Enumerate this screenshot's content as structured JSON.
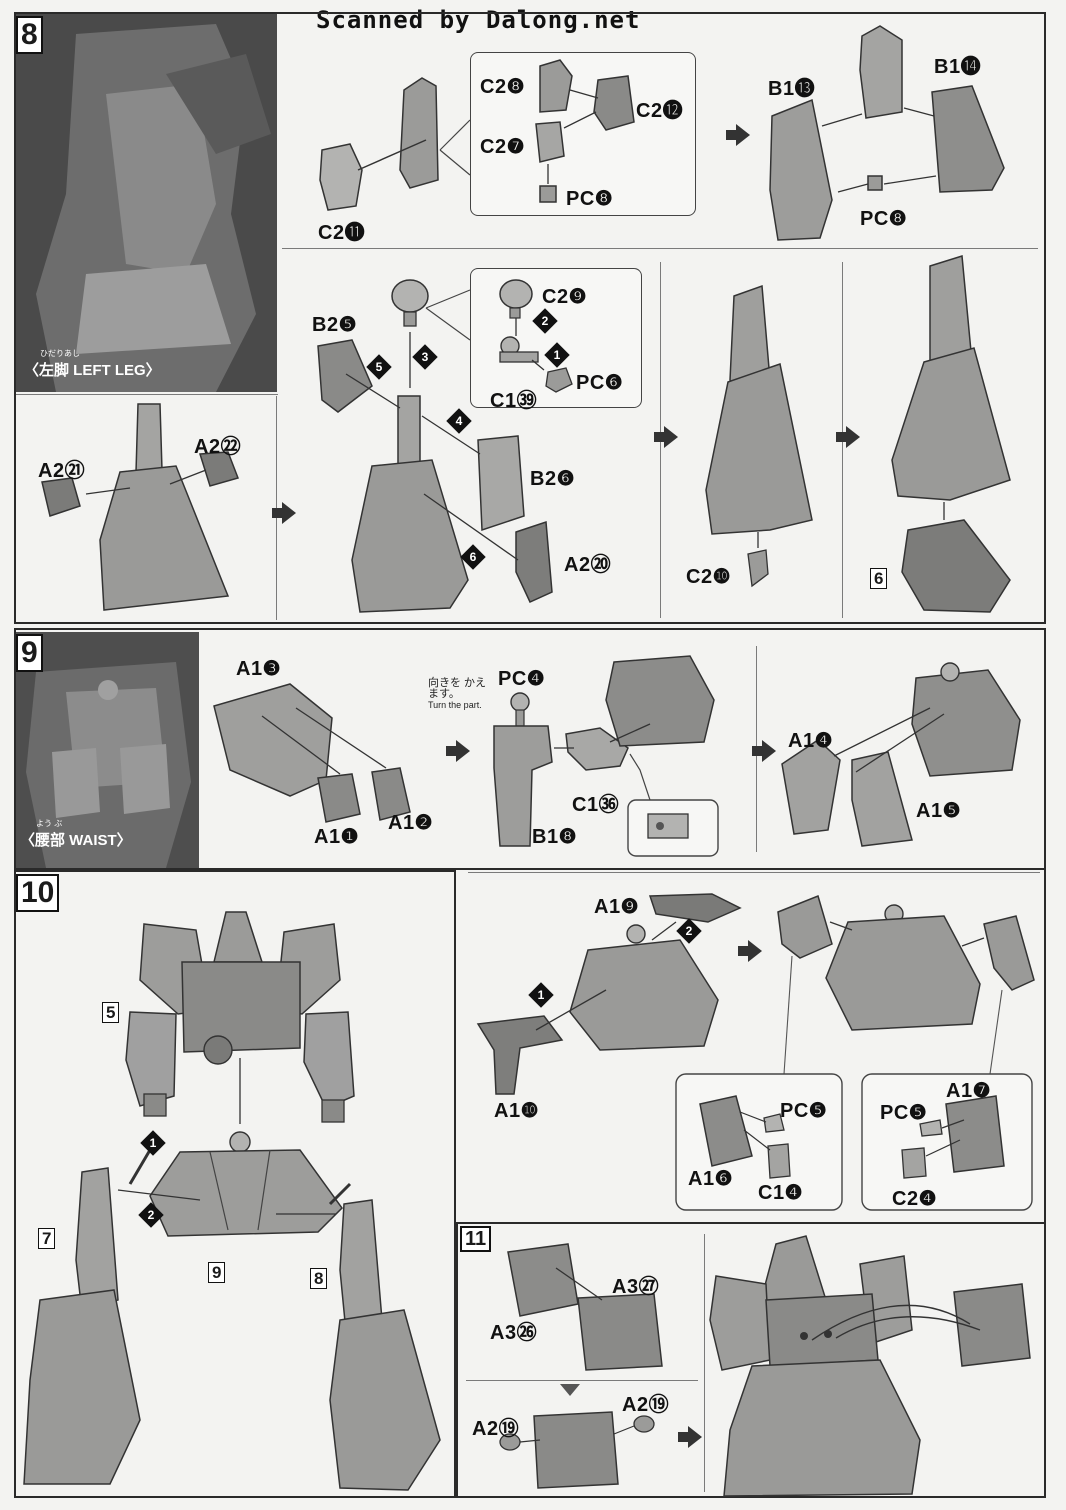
{
  "watermark": "Scanned by Dalong.net",
  "steps": {
    "s8": {
      "number": "8",
      "caption_ruby": "ひだりあし",
      "caption": "〈左脚 LEFT LEG〉",
      "labels": {
        "c2_8": "C2❽",
        "c2_12": "C2⓬",
        "c2_7": "C2❼",
        "pc_8a": "PC❽",
        "c2_11": "C2⓫",
        "b1_13": "B1⓭",
        "b1_14": "B1⓮",
        "pc_8b": "PC❽",
        "b2_5": "B2❺",
        "c2_9": "C2❾",
        "pc_6": "PC❻",
        "c1_39": "C1㊴",
        "a2_21": "A2㉑",
        "a2_22": "A2㉒",
        "b2_6": "B2❻",
        "a2_20": "A2⑳",
        "c2_10": "C2❿",
        "ref_6": "6"
      },
      "orders": [
        "1",
        "2",
        "3",
        "4",
        "5",
        "6"
      ]
    },
    "s9": {
      "number": "9",
      "caption_ruby": "よう ぶ",
      "caption": "〈腰部 WAIST〉",
      "note_jp": "向きを かえます。",
      "note_en": "Turn the part.",
      "labels": {
        "a1_3": "A1❸",
        "a1_1": "A1❶",
        "a1_2": "A1❷",
        "pc_4": "PC❹",
        "c1_36": "C1㊱",
        "b1_8": "B1❽",
        "a1_4": "A1❹",
        "a1_5": "A1❺"
      }
    },
    "s10": {
      "number": "10",
      "labels": {
        "ref_5": "5",
        "ref_7": "7",
        "ref_9": "9",
        "ref_8": "8",
        "a1_9": "A1❾",
        "a1_10": "A1❿",
        "pc_5a": "PC❺",
        "a1_6": "A1❻",
        "c1_4": "C1❹",
        "a1_7": "A1❼",
        "pc_5b": "PC❺",
        "c2_4": "C2❹"
      },
      "orders": [
        "1",
        "2"
      ]
    },
    "s11": {
      "number": "11",
      "labels": {
        "a3_27": "A3㉗",
        "a3_26": "A3㉖",
        "a2_19a": "A2⑲",
        "a2_19b": "A2⑲"
      }
    }
  }
}
